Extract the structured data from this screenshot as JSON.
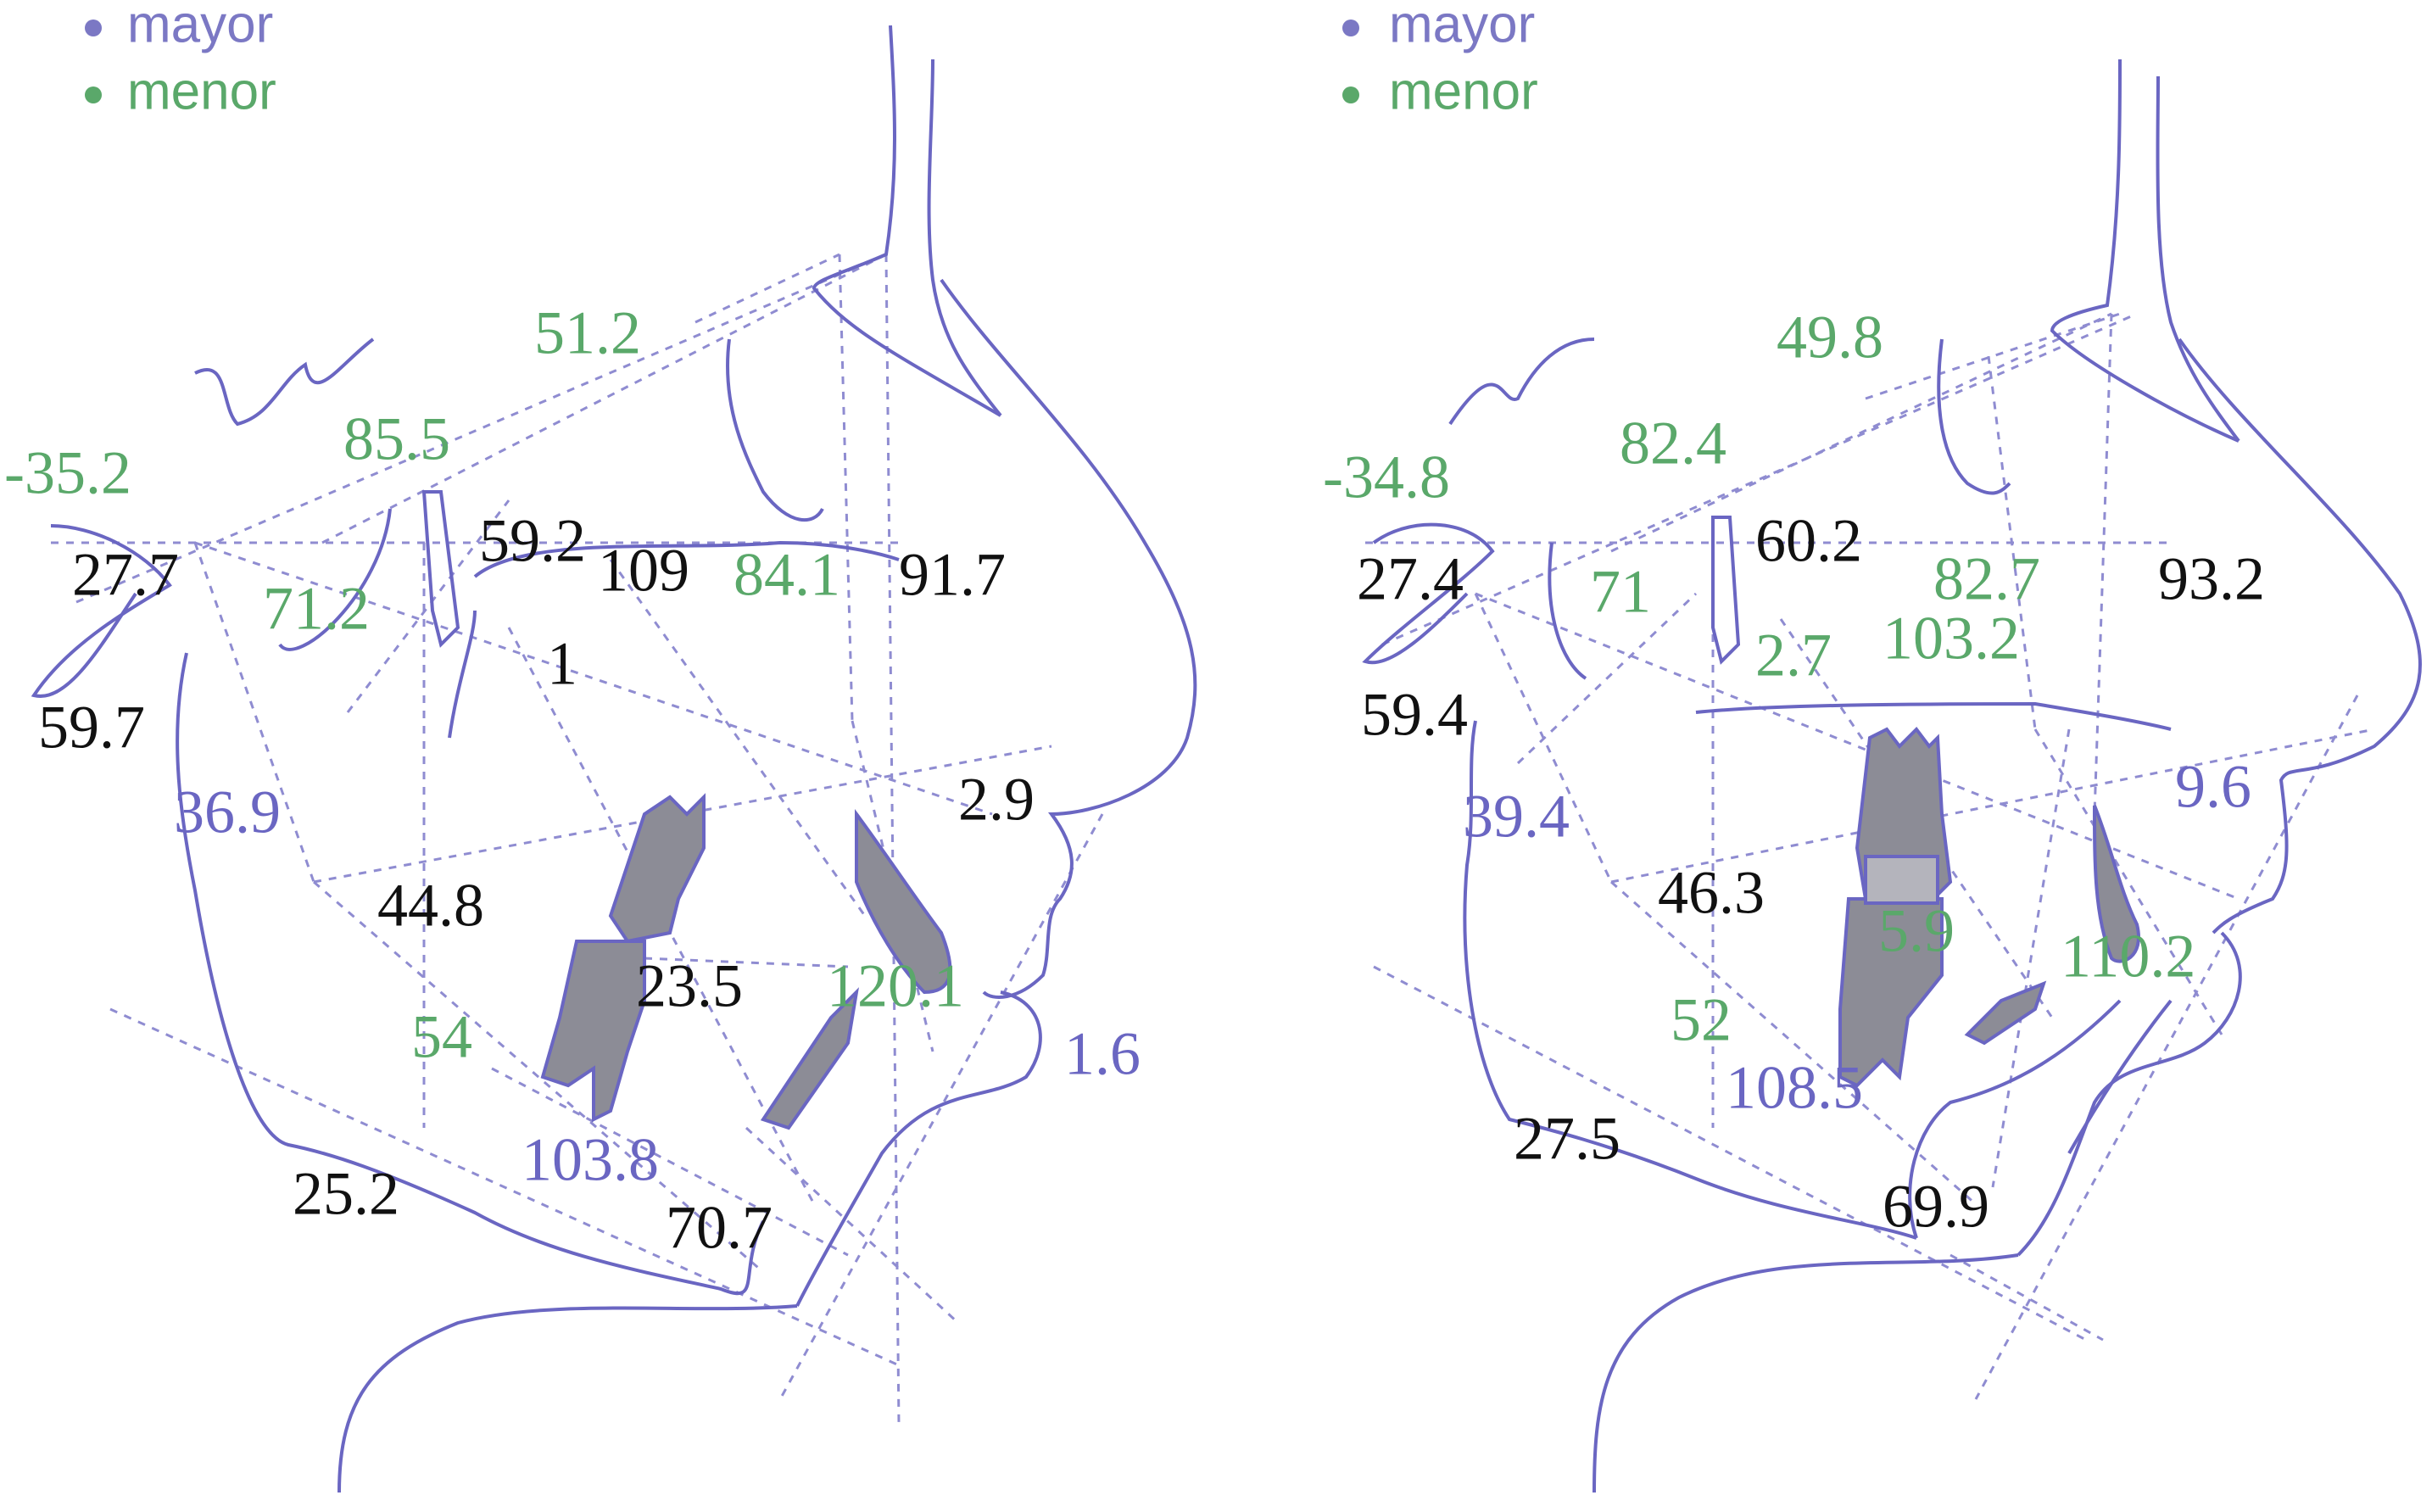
{
  "colors": {
    "outline": "#6a66c2",
    "black": "#111111",
    "green": "#5aa86a",
    "blue": "#6a66c2",
    "tooth_fill": "#8c8c96",
    "tooth_fill_light": "#b4b4bc"
  },
  "panels": [
    {
      "legend": [
        {
          "label": "mayor",
          "color": "#7b78c4"
        },
        {
          "label": "menor",
          "color": "#5aa86a"
        }
      ],
      "measurements": [
        {
          "text": "51.2",
          "color": "green"
        },
        {
          "text": "85.5",
          "color": "green"
        },
        {
          "text": "-35.2",
          "color": "green"
        },
        {
          "text": "27.7",
          "color": "black"
        },
        {
          "text": "71.2",
          "color": "green"
        },
        {
          "text": "59.2",
          "color": "black"
        },
        {
          "text": "109",
          "color": "black"
        },
        {
          "text": "84.1",
          "color": "green"
        },
        {
          "text": "91.7",
          "color": "black"
        },
        {
          "text": "1",
          "color": "black"
        },
        {
          "text": "59.7",
          "color": "black"
        },
        {
          "text": "36.9",
          "color": "blue"
        },
        {
          "text": "2.9",
          "color": "black"
        },
        {
          "text": "44.8",
          "color": "black"
        },
        {
          "text": "23.5",
          "color": "black"
        },
        {
          "text": "120.1",
          "color": "green"
        },
        {
          "text": "54",
          "color": "green"
        },
        {
          "text": "1.6",
          "color": "blue"
        },
        {
          "text": "103.8",
          "color": "blue"
        },
        {
          "text": "25.2",
          "color": "black"
        },
        {
          "text": "70.7",
          "color": "black"
        }
      ]
    },
    {
      "legend": [
        {
          "label": "mayor",
          "color": "#7b78c4"
        },
        {
          "label": "menor",
          "color": "#5aa86a"
        }
      ],
      "measurements": [
        {
          "text": "49.8",
          "color": "green"
        },
        {
          "text": "82.4",
          "color": "green"
        },
        {
          "text": "-34.8",
          "color": "green"
        },
        {
          "text": "27.4",
          "color": "black"
        },
        {
          "text": "71",
          "color": "green"
        },
        {
          "text": "60.2",
          "color": "black"
        },
        {
          "text": "82.7",
          "color": "green"
        },
        {
          "text": "93.2",
          "color": "black"
        },
        {
          "text": "2.7",
          "color": "green"
        },
        {
          "text": "103.2",
          "color": "green"
        },
        {
          "text": "59.4",
          "color": "black"
        },
        {
          "text": "39.4",
          "color": "blue"
        },
        {
          "text": "9.6",
          "color": "blue"
        },
        {
          "text": "46.3",
          "color": "black"
        },
        {
          "text": "5.9",
          "color": "green"
        },
        {
          "text": "110.2",
          "color": "green"
        },
        {
          "text": "52",
          "color": "green"
        },
        {
          "text": "108.5",
          "color": "blue"
        },
        {
          "text": "27.5",
          "color": "black"
        },
        {
          "text": "69.9",
          "color": "black"
        }
      ]
    }
  ]
}
